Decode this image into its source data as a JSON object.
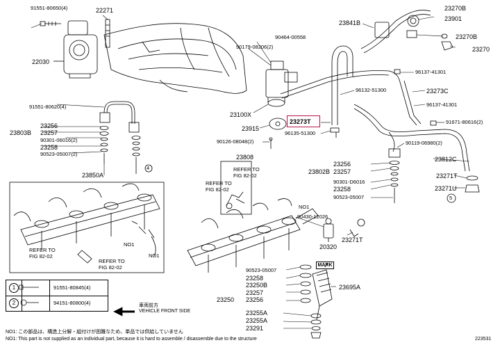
{
  "labels": {
    "l_91551_80650": "91551-80650(4)",
    "l_22271": "22271",
    "l_22030": "22030",
    "l_91551_80620": "91551-80620(4)",
    "l_23803B": "23803B",
    "l_23256_a": "23256",
    "l_23257_a": "23257",
    "l_90301_06016": "90301-06016(2)",
    "l_23258_a": "23258",
    "l_90523_05007_a": "90523-05007(2)",
    "l_23850A": "23850A",
    "l_23808": "23808",
    "l_23100X": "23100X",
    "l_23915": "23915",
    "l_90126_08048": "90126-08048(2)",
    "l_90464_00558": "90464-00558",
    "l_90179_08206": "90179-08206(2)",
    "l_23841B": "23841B",
    "l_23270B_a": "23270B",
    "l_23901": "23901",
    "l_23270B_b": "23270B",
    "l_23270": "23270",
    "l_96137_41301_a": "96137-41301",
    "l_96132_51300": "96132-51300",
    "l_23273C": "23273C",
    "l_96137_41301_b": "96137-41301",
    "l_91671_80616": "91671-80616(2)",
    "l_96135_51300": "96135-51300",
    "l_90119_06980": "90119-06980(2)",
    "l_23812C": "23812C",
    "l_23802B": "23802B",
    "l_23256_b": "23256",
    "l_23257_b": "23257",
    "l_90301_D6016": "90301-D6016",
    "l_23258_b": "23258",
    "l_90523_05007_b": "90523-05007",
    "l_23271T_a": "23271T",
    "l_23271U": "23271U",
    "l_90430_12026": "90430-12026",
    "l_20320": "20320",
    "l_23271T_b": "23271T",
    "l_90523_05007_c": "90523-05007",
    "l_23258_c": "23258",
    "l_23250B": "23250B",
    "l_23257_c": "23257",
    "l_23250": "23250",
    "l_23256_c": "23256",
    "l_23695A": "23695A",
    "l_23255A_a": "23255A",
    "l_23255A_b": "23255A",
    "l_23291": "23291",
    "l_NO1_a": "NO1",
    "l_NO1_b": "NO1",
    "l_NO1_c": "NO1",
    "l_circle4": "4",
    "l_circle5": "5"
  },
  "highlight": {
    "part": "23273T"
  },
  "mark_label": "MARK",
  "refs": {
    "ref_a": "REFER TO\nFIG 82-02",
    "ref_b": "REFER TO\nFIG 82-02",
    "ref_c": "REFER TO\nFIG 82-02",
    "ref_d": "REFER TO\nFIG 82-02"
  },
  "legend": [
    {
      "num": "1",
      "part": "91551-80845(4)"
    },
    {
      "num": "2",
      "part": "94151-80800(4)"
    }
  ],
  "front_label": "車両前方\nVEHICLE FRONT SIDE",
  "notes": {
    "jp": "NO1: この部品は、構造上分解・組付けが困難なため、単品では供給していません",
    "en": "NO1: This part is not supplied as an individual part, because it is hard to assemble / disassemble due to the structure"
  },
  "doc_number": "223531"
}
